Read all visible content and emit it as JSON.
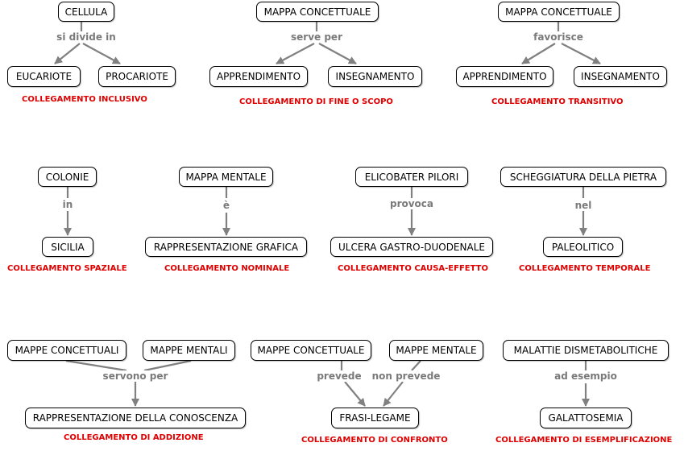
{
  "colors": {
    "caption": "#e00000",
    "connector": "#808080",
    "label": "#7a7a7a",
    "node_border": "#000000"
  },
  "diagrams": [
    {
      "nodes": {
        "top": "CELLULA",
        "left": "EUCARIOTE",
        "right": "PROCARIOTE"
      },
      "link": "si divide in",
      "caption": "COLLEGAMENTO INCLUSIVO"
    },
    {
      "nodes": {
        "top": "MAPPA CONCETTUALE",
        "left": "APPRENDIMENTO",
        "right": "INSEGNAMENTO"
      },
      "link": "serve per",
      "caption": "COLLEGAMENTO DI FINE O SCOPO"
    },
    {
      "nodes": {
        "top": "MAPPA CONCETTUALE",
        "left": "APPRENDIMENTO",
        "right": "INSEGNAMENTO"
      },
      "link": "favorisce",
      "caption": "COLLEGAMENTO TRANSITIVO"
    },
    {
      "nodes": {
        "top": "COLONIE",
        "bottom": "SICILIA"
      },
      "link": "in",
      "caption": "COLLEGAMENTO SPAZIALE"
    },
    {
      "nodes": {
        "top": "MAPPA MENTALE",
        "bottom": "RAPPRESENTAZIONE GRAFICA"
      },
      "link": "è",
      "caption": "COLLEGAMENTO NOMINALE"
    },
    {
      "nodes": {
        "top": "ELICOBATER PILORI",
        "bottom": "ULCERA GASTRO-DUODENALE"
      },
      "link": "provoca",
      "caption": "COLLEGAMENTO CAUSA-EFFETTO"
    },
    {
      "nodes": {
        "top": "SCHEGGIATURA DELLA PIETRA",
        "bottom": "PALEOLITICO"
      },
      "link": "nel",
      "caption": "COLLEGAMENTO TEMPORALE"
    },
    {
      "nodes": {
        "left": "MAPPE CONCETTUALI",
        "right": "MAPPE MENTALI",
        "bottom": "RAPPRESENTAZIONE DELLA CONOSCENZA"
      },
      "link": "servono per",
      "caption": "COLLEGAMENTO DI ADDIZIONE"
    },
    {
      "nodes": {
        "left": "MAPPE CONCETTUALE",
        "right": "MAPPE MENTALE",
        "bottom": "FRASI-LEGAME"
      },
      "link_left": "prevede",
      "link_right": "non prevede",
      "caption": "COLLEGAMENTO DI CONFRONTO"
    },
    {
      "nodes": {
        "top": "MALATTIE DISMETABOLITICHE",
        "bottom": "GALATTOSEMIA"
      },
      "link": "ad esempio",
      "caption": "COLLEGAMENTO DI ESEMPLIFICAZIONE"
    }
  ]
}
